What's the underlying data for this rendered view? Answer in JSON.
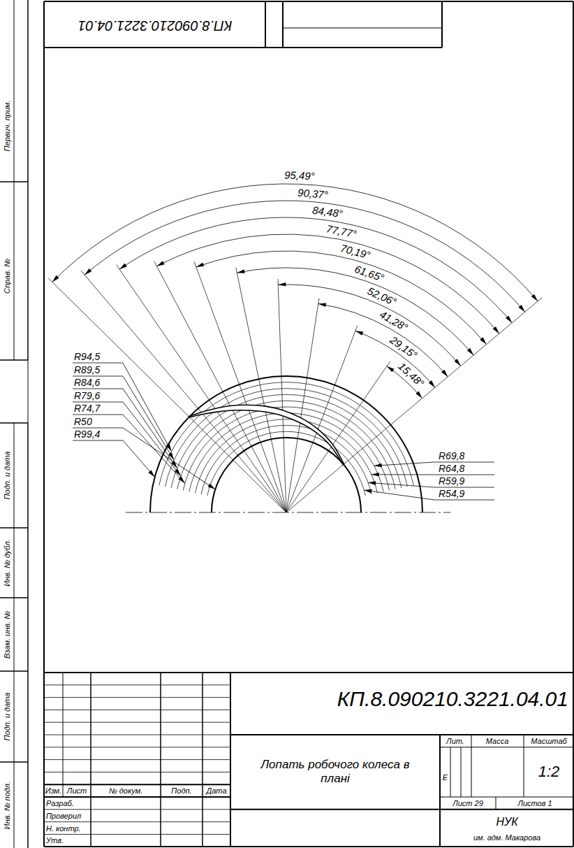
{
  "diagram": {
    "labels": [
      "КП.8.090210.3221.04.01",
      "95,49°",
      "90,37°",
      "84,48°",
      "77,77°",
      "70,19°",
      "61,65°",
      "52,06°",
      "41,28°",
      "29,15°",
      "15,48°",
      "R94,5",
      "R89,5",
      "R84,6",
      "R79,6",
      "R74,7",
      "R50",
      "R99,4",
      "R69,8",
      "R64,8",
      "R59,9",
      "R54,9",
      "КП.8.090210.3221.04.01",
      "Изм.",
      "Лист",
      "№ докум.",
      "Подп.",
      "Дата",
      "Разраб.",
      "Проверил",
      "Н. контр.",
      "Утв.",
      "Лопать робочого колеса в плані",
      "Лит.",
      "Масса",
      "Масштаб",
      "Е",
      "1:2",
      "Лист 29",
      "Листов 1",
      "НУК",
      "им. адм. Макарова",
      "Первич. прим.",
      "Справ. №",
      "Подп. и дата",
      "Инв. № дубл.",
      "Взам. инв. №",
      "Подп. и дата",
      "Инв. № подл."
    ]
  }
}
